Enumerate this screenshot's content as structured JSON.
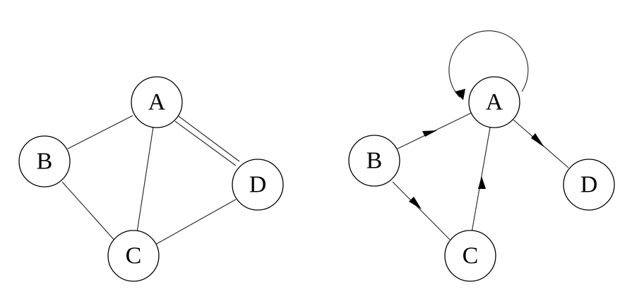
{
  "undirected_graph": {
    "nodes": {
      "A": "A",
      "B": "B",
      "C": "C",
      "D": "D"
    },
    "edges": [
      {
        "from": "A",
        "to": "B",
        "multiplicity": 1
      },
      {
        "from": "A",
        "to": "C",
        "multiplicity": 1
      },
      {
        "from": "A",
        "to": "D",
        "multiplicity": 2
      },
      {
        "from": "B",
        "to": "C",
        "multiplicity": 1
      },
      {
        "from": "C",
        "to": "D",
        "multiplicity": 1
      }
    ]
  },
  "directed_graph": {
    "nodes": {
      "A": "A",
      "B": "B",
      "C": "C",
      "D": "D"
    },
    "edges": [
      {
        "from": "A",
        "to": "A",
        "type": "self-loop"
      },
      {
        "from": "B",
        "to": "A"
      },
      {
        "from": "B",
        "to": "C"
      },
      {
        "from": "C",
        "to": "A"
      },
      {
        "from": "A",
        "to": "D"
      }
    ]
  },
  "colors": {
    "stroke": "#000000",
    "background": "#ffffff"
  }
}
